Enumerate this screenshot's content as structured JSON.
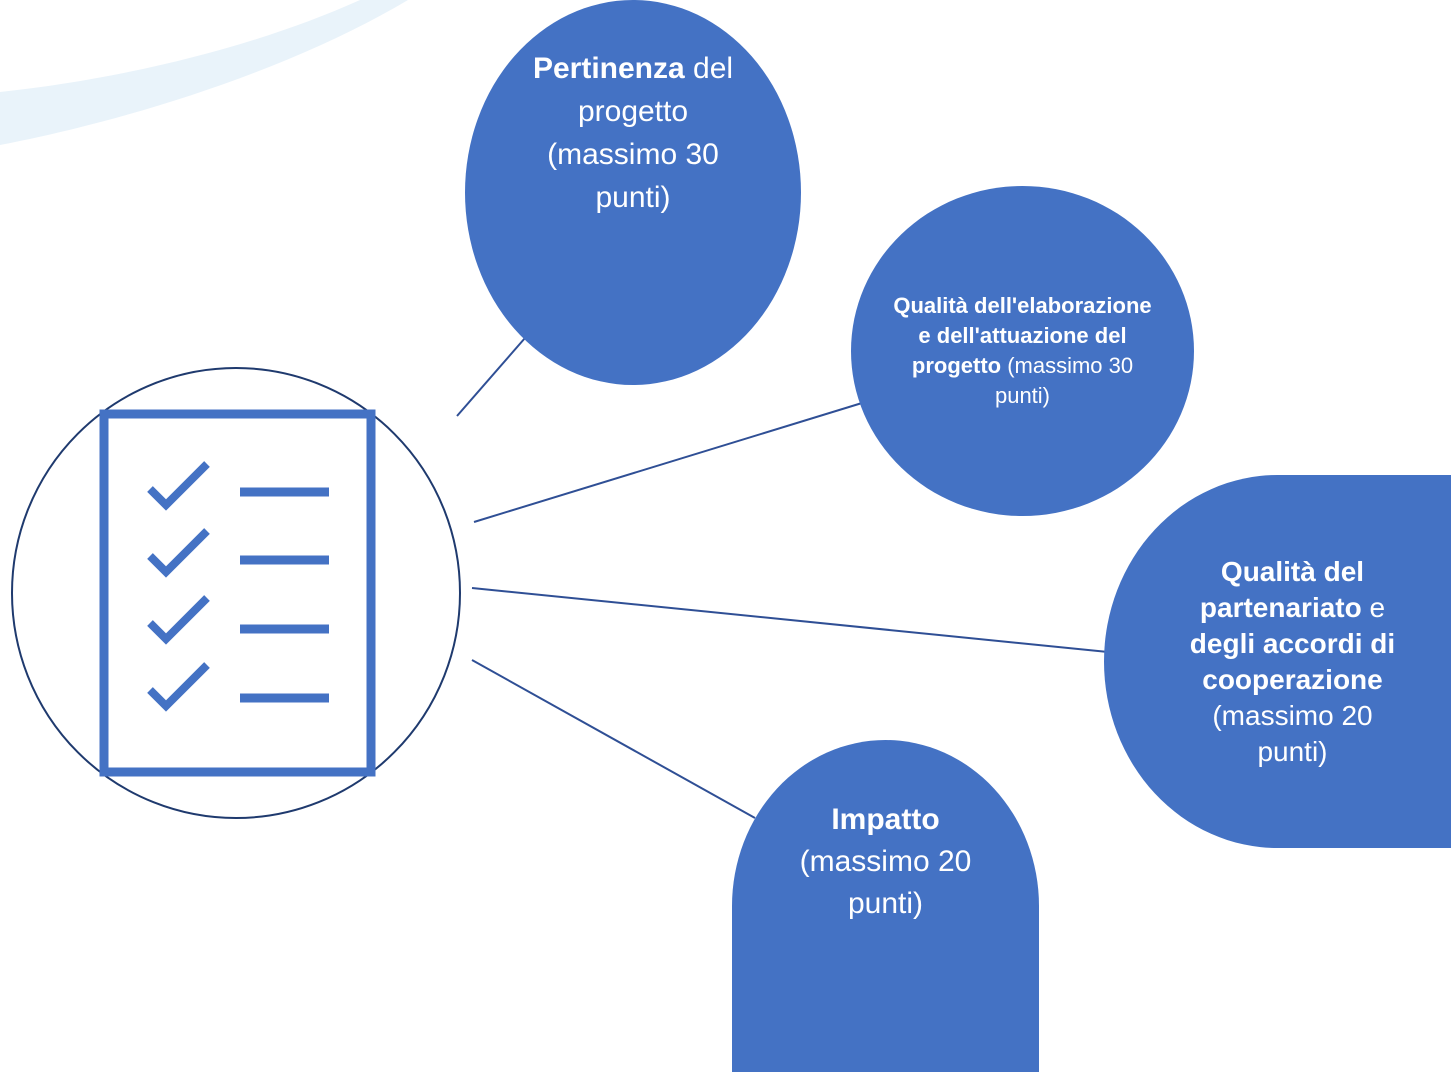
{
  "colors": {
    "bubble": "#4472C4",
    "connector": "#2F4F95",
    "icon_circle_stroke": "#1F3A6E",
    "icon_accent": "#4472C4",
    "background_swoosh": "#E9F3FA"
  },
  "icon": {
    "name": "checklist-icon"
  },
  "criteria": [
    {
      "bold": "Pertinenza",
      "rest": " del progetto (massimo 30 punti)"
    },
    {
      "bold": "Qualità dell'elaborazione e dell'attuazione del progetto",
      "rest": " (massimo 30 punti)"
    },
    {
      "bold1": "Qualità del partenariato",
      "mid": " e ",
      "bold2": "degli accordi di cooperazione",
      "rest": " (massimo 20 punti)"
    },
    {
      "bold": "Impatto",
      "rest": " (massimo 20 punti)"
    }
  ]
}
